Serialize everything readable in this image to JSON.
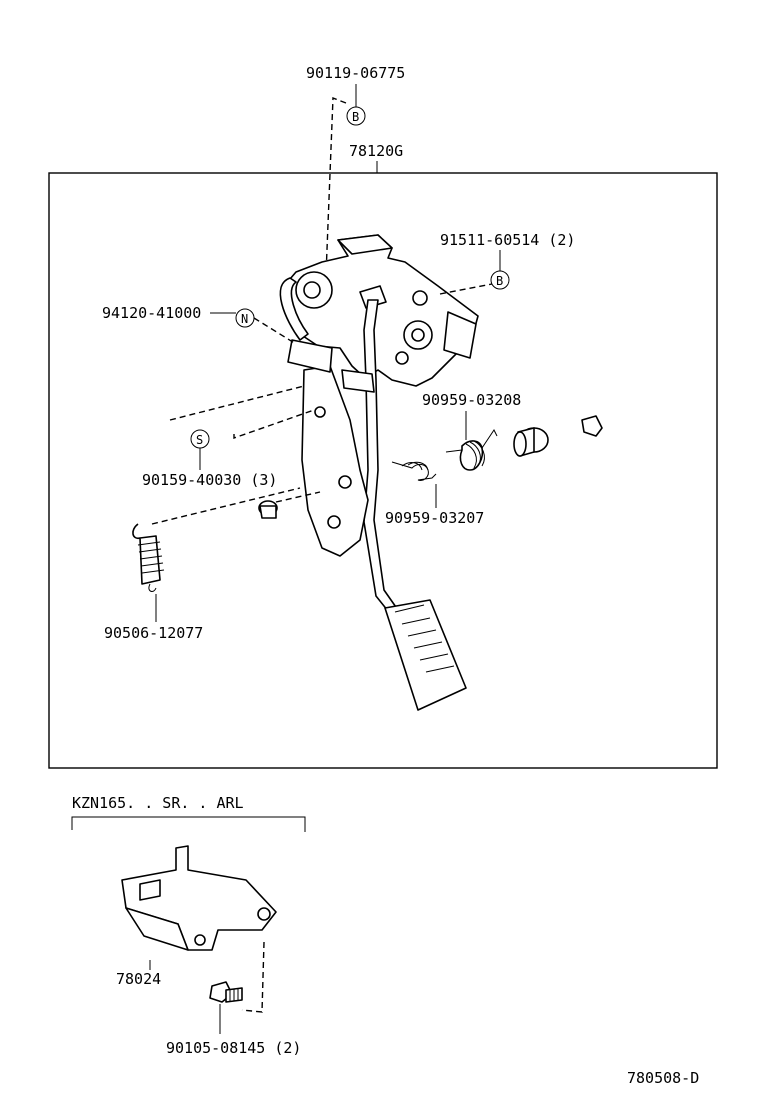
{
  "parts": {
    "p90119": "90119-06775",
    "assembly": "78120G",
    "p91511": "91511-60514 (2)",
    "p94120": "94120-41000",
    "p90959_208": "90959-03208",
    "p90159": "90159-40030 (3)",
    "p90959_207": "90959-03207",
    "p90506": "90506-12077"
  },
  "callouts": {
    "b": "B",
    "n": "N",
    "s": "S"
  },
  "variant": {
    "label": "KZN165. . SR. . ARL",
    "p78024": "78024",
    "p90105": "90105-08145 (2)"
  },
  "diagram_code": "780508-D"
}
